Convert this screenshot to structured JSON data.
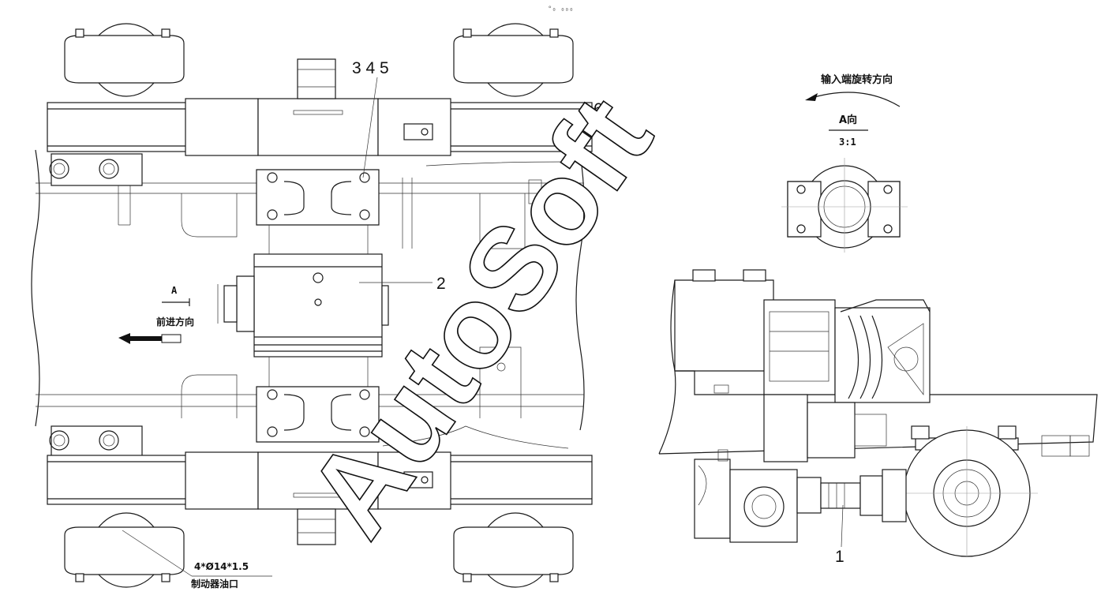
{
  "callouts": {
    "c345": "3 4 5",
    "c6": "6",
    "c2": "2",
    "c1": "1"
  },
  "view_a": {
    "direction_label": "输入端旋转方向",
    "title": "A向",
    "scale": "3:1"
  },
  "left_view": {
    "arrow_letter": "A",
    "forward_label": "前进方向"
  },
  "brake_port": {
    "spec": "4*Ø14*1.5",
    "label": "制动器油口"
  },
  "top_mark": "°₀ ₀₀₀",
  "watermark": "AutoSoft"
}
